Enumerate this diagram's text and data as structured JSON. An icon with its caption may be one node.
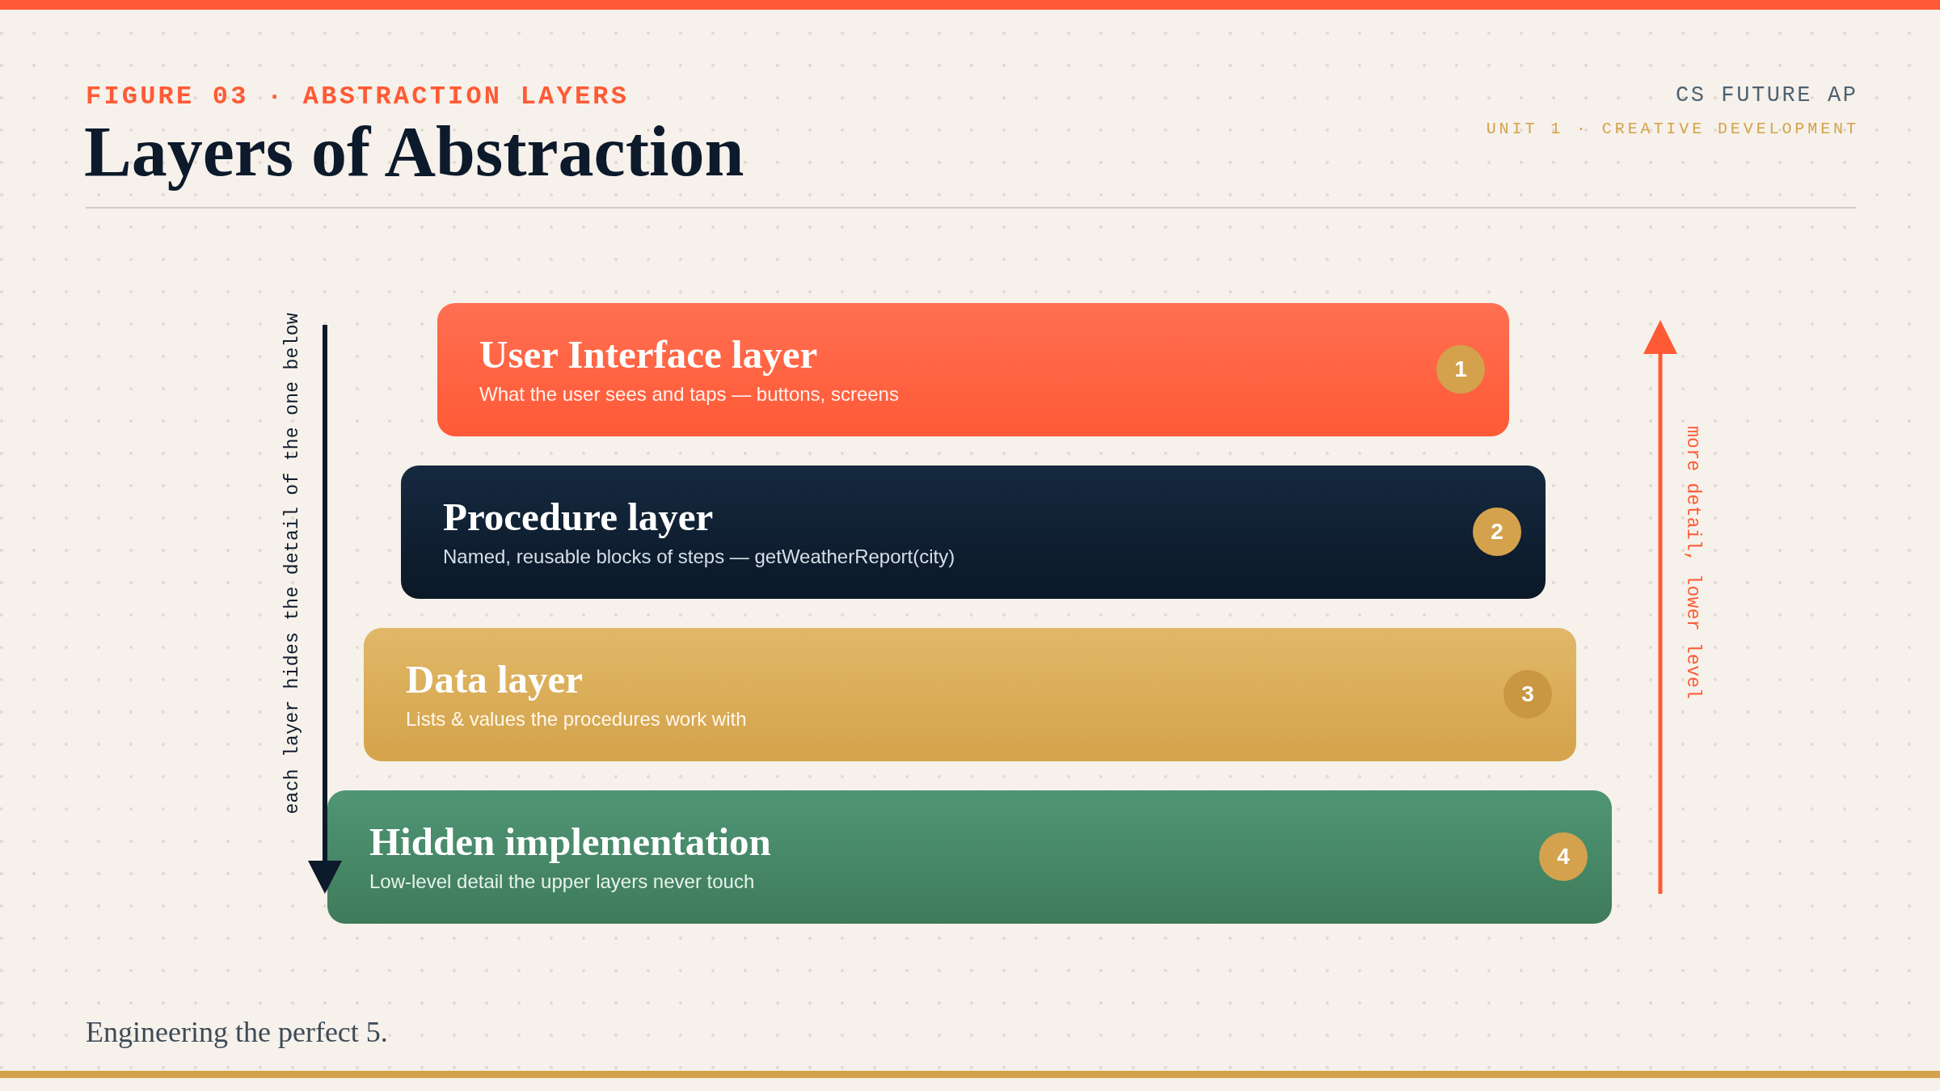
{
  "diagram": {
    "title": "Layers of Abstraction",
    "nodes": [
      {
        "text": [
          "User Interface layer",
          "What the user sees and taps — buttons, screens"
        ]
      },
      {
        "text": [
          "1"
        ],
        "in": 0
      },
      {
        "text": [
          "Procedure layer",
          "Named, reusable blocks of steps — getWeatherReport(city)"
        ]
      },
      {
        "text": [
          "2"
        ],
        "in": 2
      },
      {
        "text": [
          "Data layer",
          "Lists & values the procedures work with"
        ]
      },
      {
        "text": [
          "3"
        ],
        "in": 4
      },
      {
        "text": [
          "Hidden implementation",
          "Low-level detail the upper layers never touch"
        ]
      },
      {
        "text": [
          "4"
        ],
        "in": 6
      }
    ],
    "labels": [
      "FIGURE 03 · ABSTRACTION LAYERS",
      "CS FUTURE AP",
      "UNIT 1 · CREATIVE DEVELOPMENT",
      "each layer hides the detail of the one below",
      "more detail, lower level",
      "Engineering the perfect 5."
    ]
  }
}
